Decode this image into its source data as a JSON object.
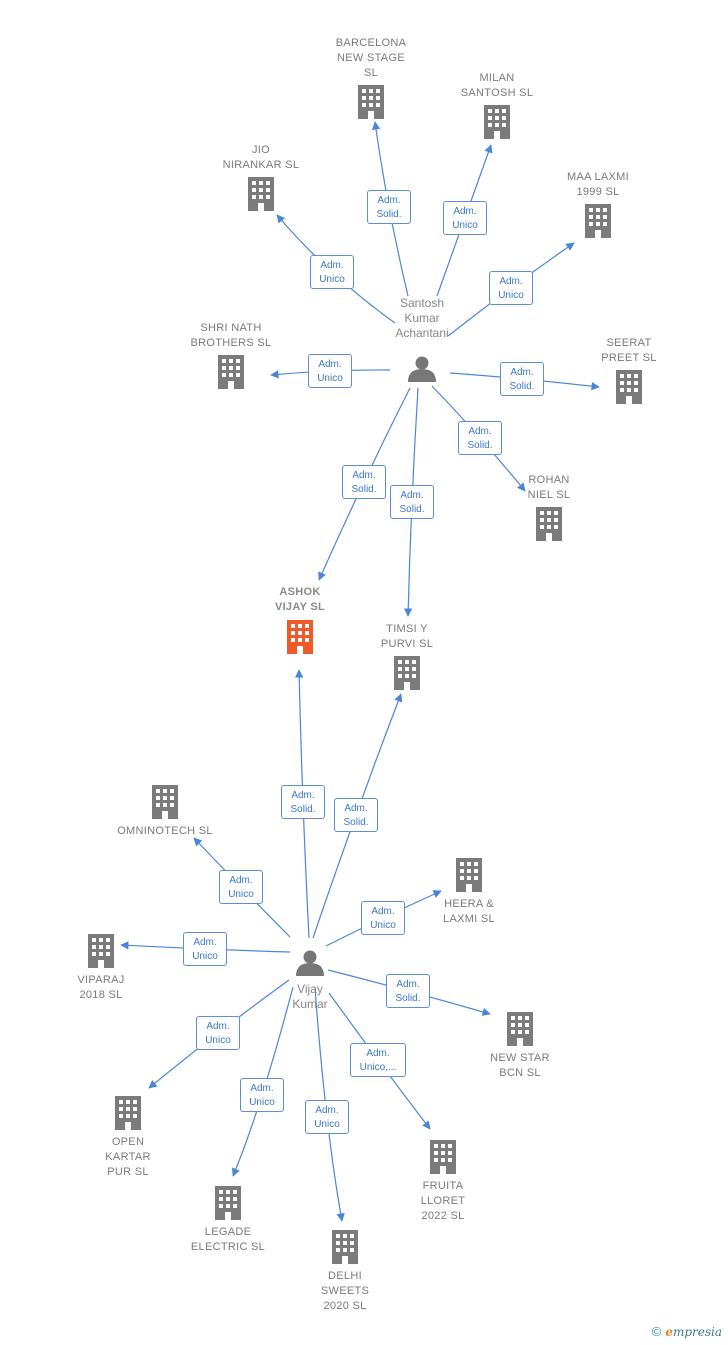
{
  "colors": {
    "building": "#7b7b7b",
    "focus": "#ee5a2a",
    "edge": "#4a86d8",
    "person": "#777777"
  },
  "persons": [
    {
      "id": "santosh",
      "label": "Santosh\nKumar\nAchantani"
    },
    {
      "id": "vijay",
      "label": "Vijay\nKumar"
    }
  ],
  "companies": [
    {
      "id": "barcelona",
      "label": "BARCELONA\nNEW STAGE\nSL"
    },
    {
      "id": "milan",
      "label": "MILAN\nSANTOSH SL"
    },
    {
      "id": "jio",
      "label": "JIO\nNIRANKAR SL"
    },
    {
      "id": "maalaxmi",
      "label": "MAA LAXMI\n1999 SL"
    },
    {
      "id": "shrinath",
      "label": "SHRI NATH\nBROTHERS SL"
    },
    {
      "id": "seerat",
      "label": "SEERAT\nPREET SL"
    },
    {
      "id": "rohan",
      "label": "ROHAN\nNIEL SL"
    },
    {
      "id": "ashok",
      "label": "ASHOK\nVIJAY SL",
      "focus": true
    },
    {
      "id": "timsi",
      "label": "TIMSI Y\nPURVI SL"
    },
    {
      "id": "omninotech",
      "label": "OMNINOTECH SL"
    },
    {
      "id": "heera",
      "label": "HEERA &\nLAXMI SL"
    },
    {
      "id": "viparaj",
      "label": "VIPARAJ\n2018 SL"
    },
    {
      "id": "newstar",
      "label": "NEW STAR\nBCN SL"
    },
    {
      "id": "openkartar",
      "label": "OPEN\nKARTAR\nPUR SL"
    },
    {
      "id": "fruita",
      "label": "FRUITA\nLLORET\n2022 SL"
    },
    {
      "id": "legade",
      "label": "LEGADE\nELECTRIC SL"
    },
    {
      "id": "delhi",
      "label": "DELHI\nSWEETS\n2020 SL"
    }
  ],
  "relations": [
    {
      "from": "santosh",
      "to": "barcelona",
      "label": "Adm.\nSolid."
    },
    {
      "from": "santosh",
      "to": "milan",
      "label": "Adm.\nUnico"
    },
    {
      "from": "santosh",
      "to": "jio",
      "label": "Adm.\nUnico"
    },
    {
      "from": "santosh",
      "to": "maalaxmi",
      "label": "Adm.\nUnico"
    },
    {
      "from": "santosh",
      "to": "shrinath",
      "label": "Adm.\nUnico"
    },
    {
      "from": "santosh",
      "to": "seerat",
      "label": "Adm.\nSolid."
    },
    {
      "from": "santosh",
      "to": "rohan",
      "label": "Adm.\nSolid."
    },
    {
      "from": "santosh",
      "to": "ashok",
      "label": "Adm.\nSolid."
    },
    {
      "from": "santosh",
      "to": "timsi",
      "label": "Adm.\nSolid."
    },
    {
      "from": "vijay",
      "to": "ashok",
      "label": "Adm.\nSolid."
    },
    {
      "from": "vijay",
      "to": "timsi",
      "label": "Adm.\nSolid."
    },
    {
      "from": "vijay",
      "to": "omninotech",
      "label": "Adm.\nUnico"
    },
    {
      "from": "vijay",
      "to": "heera",
      "label": "Adm.\nUnico"
    },
    {
      "from": "vijay",
      "to": "viparaj",
      "label": "Adm.\nUnico"
    },
    {
      "from": "vijay",
      "to": "newstar",
      "label": "Adm.\nSolid."
    },
    {
      "from": "vijay",
      "to": "openkartar",
      "label": "Adm.\nUnico"
    },
    {
      "from": "vijay",
      "to": "fruita",
      "label": "Adm.\nUnico,..."
    },
    {
      "from": "vijay",
      "to": "legade",
      "label": "Adm.\nUnico"
    },
    {
      "from": "vijay",
      "to": "delhi",
      "label": "Adm.\nUnico"
    }
  ],
  "footer": {
    "copyright": "©",
    "brand_initial": "e",
    "brand_rest": "mpresia"
  }
}
